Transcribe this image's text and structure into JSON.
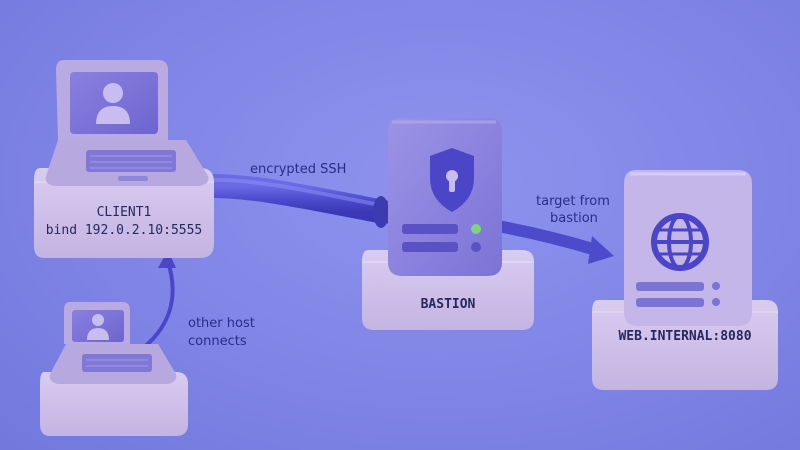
{
  "nodes": {
    "client": {
      "name": "CLIENT1",
      "detail": "bind 192.0.2.10:5555"
    },
    "other_host": {
      "caption_line1": "other host",
      "caption_line2": "connects"
    },
    "bastion": {
      "name": "BASTION"
    },
    "web": {
      "name": "WEB.INTERNAL:8080"
    }
  },
  "edges": {
    "ssh": {
      "label": "encrypted SSH"
    },
    "target": {
      "line1": "target from",
      "line2": "bastion"
    }
  },
  "colors": {
    "background": "#8085e6",
    "device_body": "#cdbfe8",
    "screen": "#7f74d9",
    "accent_purple": "#4b45c8",
    "tube": "#5a58d8",
    "led_green": "#7ed47a",
    "text": "#2a2c8a"
  },
  "icons": [
    "user-icon",
    "shield-lock-icon",
    "globe-icon",
    "keyboard-icon",
    "arrow-right-icon"
  ]
}
